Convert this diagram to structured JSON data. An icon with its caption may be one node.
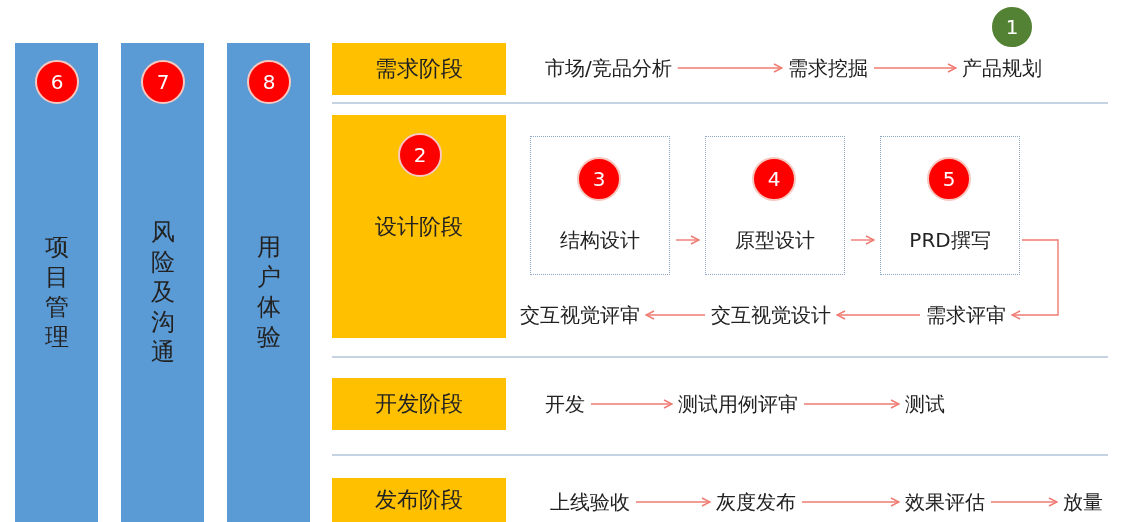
{
  "diagram": {
    "nodes": [
      {
        "text": [
          "项目管理"
        ]
      },
      {
        "text": [
          "6"
        ],
        "in": 0
      },
      {
        "text": [
          "风险及沟通"
        ]
      },
      {
        "text": [
          "7"
        ],
        "in": 2
      },
      {
        "text": [
          "用户体验"
        ]
      },
      {
        "text": [
          "8"
        ],
        "in": 4
      },
      {
        "text": [
          "需求阶段"
        ]
      },
      {
        "text": [
          "市场/竞品分析"
        ]
      },
      {
        "text": [
          "需求挖掘"
        ]
      },
      {
        "text": [
          "产品规划"
        ]
      },
      {
        "text": [
          "1"
        ]
      },
      {
        "text": [
          "设计阶段"
        ]
      },
      {
        "text": [
          "2"
        ],
        "in": 11
      },
      {
        "text": [
          "结构设计"
        ]
      },
      {
        "text": [
          "3"
        ],
        "in": 13
      },
      {
        "text": [
          "原型设计"
        ]
      },
      {
        "text": [
          "4"
        ],
        "in": 15
      },
      {
        "text": [
          "PRD撰写"
        ]
      },
      {
        "text": [
          "5"
        ],
        "in": 17
      },
      {
        "text": [
          "需求评审"
        ]
      },
      {
        "text": [
          "交互视觉设计"
        ]
      },
      {
        "text": [
          "交互视觉评审"
        ]
      },
      {
        "text": [
          "开发阶段"
        ]
      },
      {
        "text": [
          "开发"
        ]
      },
      {
        "text": [
          "测试用例评审"
        ]
      },
      {
        "text": [
          "测试"
        ]
      },
      {
        "text": [
          "发布阶段"
        ]
      },
      {
        "text": [
          "上线验收"
        ]
      },
      {
        "text": [
          "灰度发布"
        ]
      },
      {
        "text": [
          "效果评估"
        ]
      },
      {
        "text": [
          "放量"
        ]
      }
    ],
    "edges": [
      {
        "from": 7,
        "to": 8,
        "arrow": "to"
      },
      {
        "from": 8,
        "to": 9,
        "arrow": "to"
      },
      {
        "from": 13,
        "to": 15,
        "arrow": "to"
      },
      {
        "from": 15,
        "to": 17,
        "arrow": "to"
      },
      {
        "from": 17,
        "to": 19,
        "arrow": "to"
      },
      {
        "from": 19,
        "to": 20,
        "arrow": "to"
      },
      {
        "from": 20,
        "to": 21,
        "arrow": "to"
      },
      {
        "from": 23,
        "to": 24,
        "arrow": "to"
      },
      {
        "from": 24,
        "to": 25,
        "arrow": "to"
      },
      {
        "from": 27,
        "to": 28,
        "arrow": "to"
      },
      {
        "from": 28,
        "to": 29,
        "arrow": "to"
      },
      {
        "from": 29,
        "to": 30,
        "arrow": "to"
      }
    ]
  }
}
